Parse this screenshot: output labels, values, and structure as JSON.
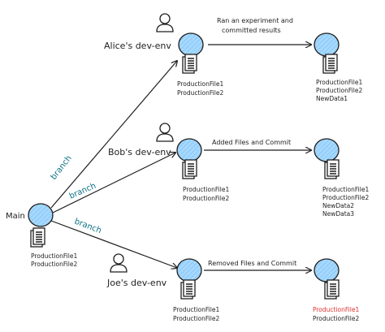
{
  "main": {
    "label": "Main",
    "files": [
      "ProductionFile1",
      "ProductionFile2"
    ]
  },
  "branch_label": "branch",
  "envs": [
    {
      "label": "Alice's dev-env",
      "files": [
        "ProductionFile1",
        "ProductionFile2"
      ],
      "action": [
        "Ran an experiment and",
        "committed results"
      ],
      "result_files": [
        "ProductionFile1",
        "ProductionFile2",
        "NewData1"
      ]
    },
    {
      "label": "Bob's dev-env",
      "files": [
        "ProductionFile1",
        "ProductionFile2"
      ],
      "action": [
        "Added Files and Commit"
      ],
      "result_files": [
        "ProductionFile1",
        "ProductionFile2",
        "NewData2",
        "NewData3"
      ]
    },
    {
      "label": "Joe's dev-env",
      "files": [
        "ProductionFile1",
        "ProductionFile2"
      ],
      "action": [
        "Removed Files and Commit"
      ],
      "result_files": [
        "ProductionFile1",
        "ProductionFile2"
      ]
    }
  ],
  "colors": {
    "node_fill": "#a5d8ff",
    "branch_label": "#0b7285",
    "removed_file": "#e03131",
    "stroke": "#1e1e1e"
  }
}
